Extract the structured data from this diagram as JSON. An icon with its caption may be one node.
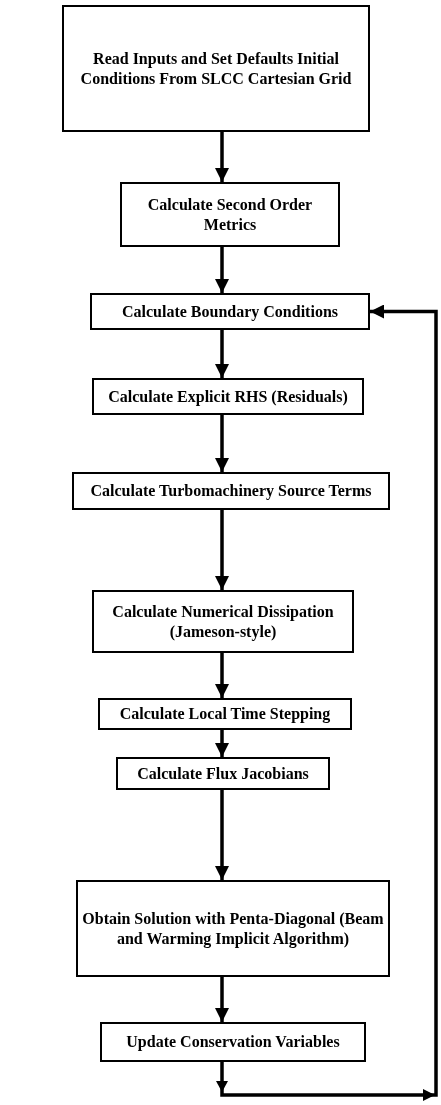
{
  "diagram": {
    "nodes": [
      {
        "text": [
          "Read Inputs and  Set Defaults Initial Conditions From SLCC Cartesian Grid"
        ]
      },
      {
        "text": [
          "Calculate Second Order Metrics"
        ]
      },
      {
        "text": [
          "Calculate Boundary Conditions"
        ]
      },
      {
        "text": [
          "Calculate Explicit RHS (Residuals)"
        ]
      },
      {
        "text": [
          "Calculate Turbomachinery Source Terms"
        ]
      },
      {
        "text": [
          "Calculate Numerical Dissipation (Jameson-style)"
        ]
      },
      {
        "text": [
          "Calculate Local Time Stepping"
        ]
      },
      {
        "text": [
          "Calculate Flux Jacobians"
        ]
      },
      {
        "text": [
          "Obtain Solution with Penta-Diagonal (Beam and Warming Implicit Algorithm)"
        ]
      },
      {
        "text": [
          "Update Conservation Variables"
        ]
      }
    ],
    "edges": [
      {
        "from": 0,
        "to": 1,
        "arrow": "to"
      },
      {
        "from": 1,
        "to": 2,
        "arrow": "to"
      },
      {
        "from": 2,
        "to": 3,
        "arrow": "to"
      },
      {
        "from": 3,
        "to": 4,
        "arrow": "to"
      },
      {
        "from": 4,
        "to": 5,
        "arrow": "to"
      },
      {
        "from": 5,
        "to": 6,
        "arrow": "to"
      },
      {
        "from": 6,
        "to": 7,
        "arrow": "to"
      },
      {
        "from": 7,
        "to": 8,
        "arrow": "to"
      },
      {
        "from": 8,
        "to": 9,
        "arrow": "to"
      },
      {
        "from": 9,
        "to": 2,
        "arrow": "to"
      }
    ]
  }
}
